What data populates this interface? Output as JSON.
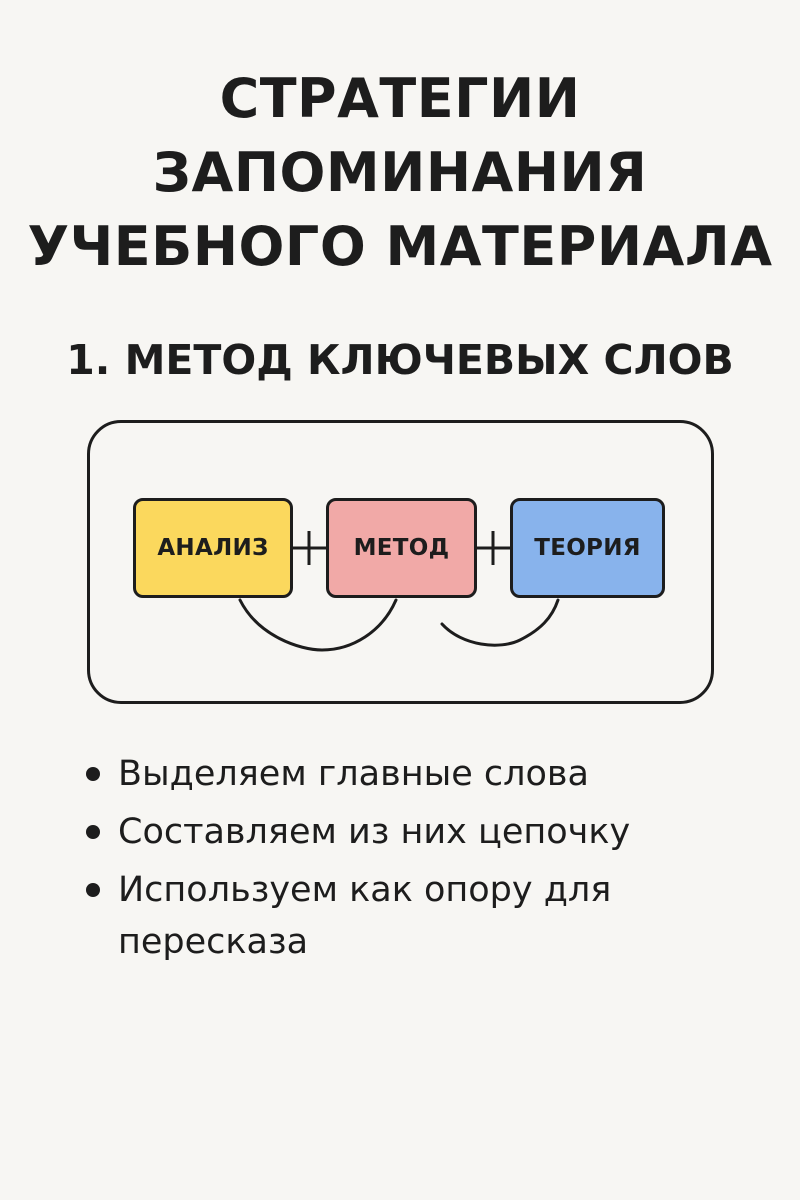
{
  "title": {
    "line1": "СТРАТЕГИИ",
    "line2": "ЗАПОМИНАНИЯ",
    "line3": "УЧЕБНОГО МАТЕРИАЛА"
  },
  "section": {
    "heading": "1. МЕТОД КЛЮЧЕВЫХ СЛОВ"
  },
  "diagram": {
    "keywords": [
      {
        "label": "АНАЛИЗ",
        "color": "#fbd85d"
      },
      {
        "label": "МЕТОД",
        "color": "#f1a9a7"
      },
      {
        "label": "ТЕОРИЯ",
        "color": "#88b3ec"
      }
    ]
  },
  "bullets": [
    {
      "text": "Выделяем главные слова"
    },
    {
      "text": "Составляем из них цепочку"
    },
    {
      "text": "Используем как опору для пересказа"
    }
  ],
  "colors": {
    "background": "#f7f6f3",
    "ink": "#1d1d1d"
  }
}
